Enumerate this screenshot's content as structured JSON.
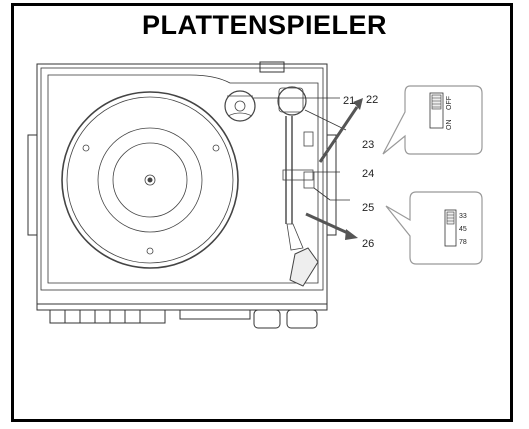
{
  "title": "PLATTENSPIELER",
  "callouts": [
    "21",
    "22",
    "23",
    "24",
    "25",
    "26"
  ],
  "power_switch": {
    "on": "ON",
    "off": "OFF"
  },
  "speed_switch": {
    "speeds": [
      "33",
      "45",
      "78"
    ]
  }
}
